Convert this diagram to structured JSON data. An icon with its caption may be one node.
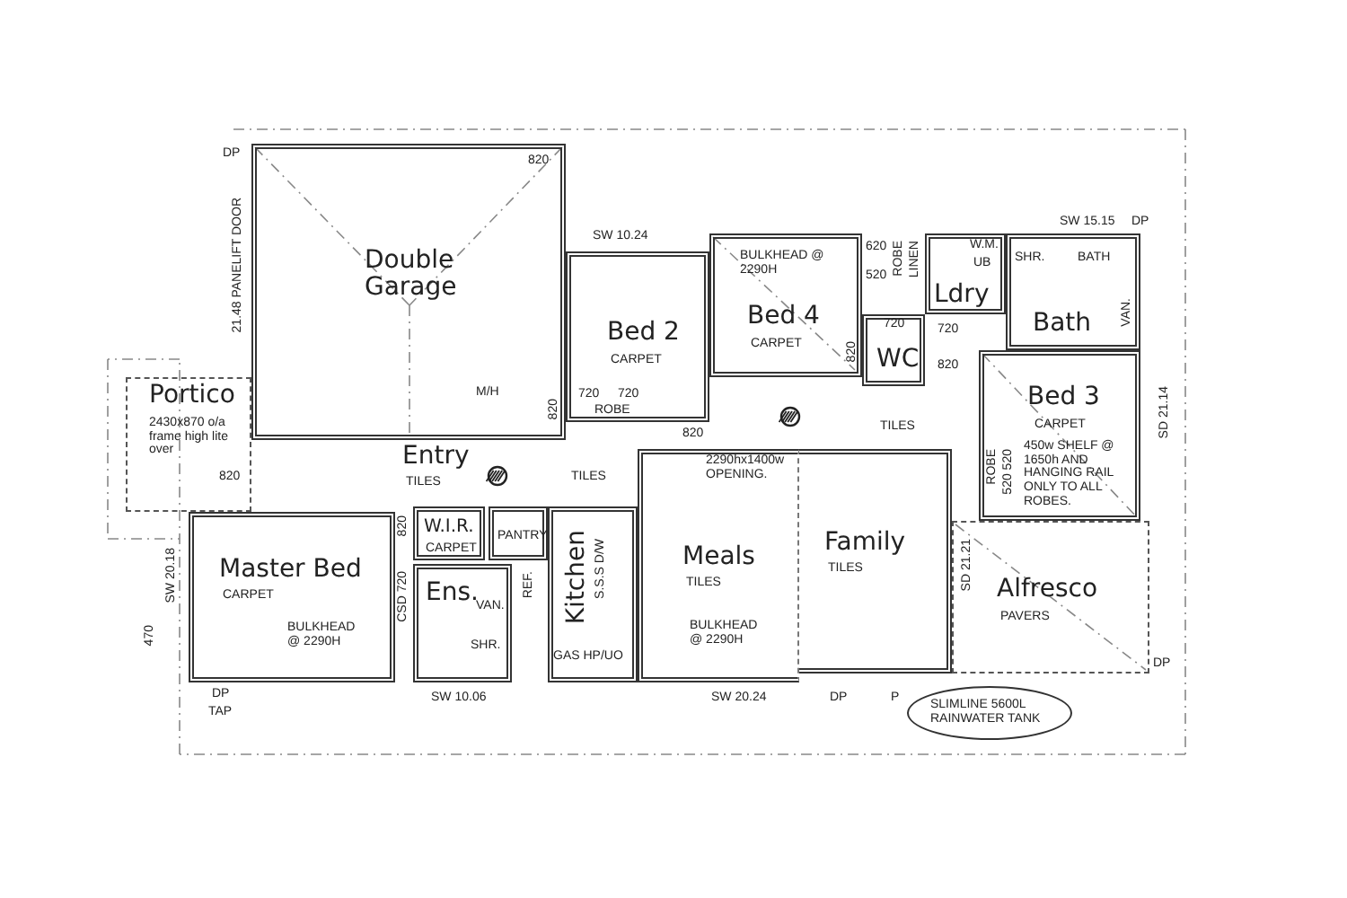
{
  "diagram": {
    "nodes": [
      {
        "text": [
          "Double Garage"
        ]
      },
      {
        "text": [
          "Bed 2",
          "CARPET"
        ]
      },
      {
        "text": [
          "BULKHEAD @ 2290H",
          "Bed 4",
          "CARPET"
        ]
      },
      {
        "text": [
          "Ldry"
        ]
      },
      {
        "text": [
          "WC"
        ]
      },
      {
        "text": [
          "Bath"
        ]
      },
      {
        "text": [
          "Bed 3",
          "CARPET",
          "450w SHELF @ 1650h AND HANGING RAIL ONLY TO ALL ROBES."
        ]
      },
      {
        "text": [
          "Portico",
          "2430x870 o/a frame high lite over"
        ]
      },
      {
        "text": [
          "Entry",
          "TILES"
        ]
      },
      {
        "text": [
          "Master Bed",
          "CARPET",
          "BULKHEAD @ 2290H"
        ]
      },
      {
        "text": [
          "W.I.R.",
          "CARPET"
        ]
      },
      {
        "text": [
          "PANTRY"
        ]
      },
      {
        "text": [
          "Ens."
        ]
      },
      {
        "text": [
          "Kitchen"
        ]
      },
      {
        "text": [
          "Meals",
          "TILES",
          "BULKHEAD @ 2290H"
        ]
      },
      {
        "text": [
          "Family",
          "TILES"
        ]
      },
      {
        "text": [
          "Alfresco",
          "PAVERS"
        ]
      },
      {
        "text": [
          "SLIMLINE 5600L RAINWATER TANK"
        ]
      }
    ],
    "edges": [],
    "labels": [
      "DP",
      "820",
      "21.48 PANELIFT DOOR",
      "SW 10.24",
      "SW 15.15",
      "DP",
      "620",
      "520",
      "ROBE",
      "LINEN",
      "W.M.",
      "UB",
      "SHR.",
      "BATH",
      "720",
      "720",
      "VAN.",
      "820",
      "820",
      "M/H",
      "820",
      "720",
      "720",
      "ROBE",
      "820",
      "TILES",
      "ROBE",
      "520 520",
      "SD 21.14",
      "820",
      "2290hx1400w OPENING.",
      "TILES",
      "820",
      "SW 20.18",
      "REF.",
      "S.S.S D/W",
      "SD 21.21",
      "VAN.",
      "CSD 720",
      "SHR.",
      "GAS HP/UO",
      "470",
      "DP",
      "DP",
      "DP",
      "P",
      "TAP",
      "SW 10.06",
      "SW 20.24"
    ]
  }
}
